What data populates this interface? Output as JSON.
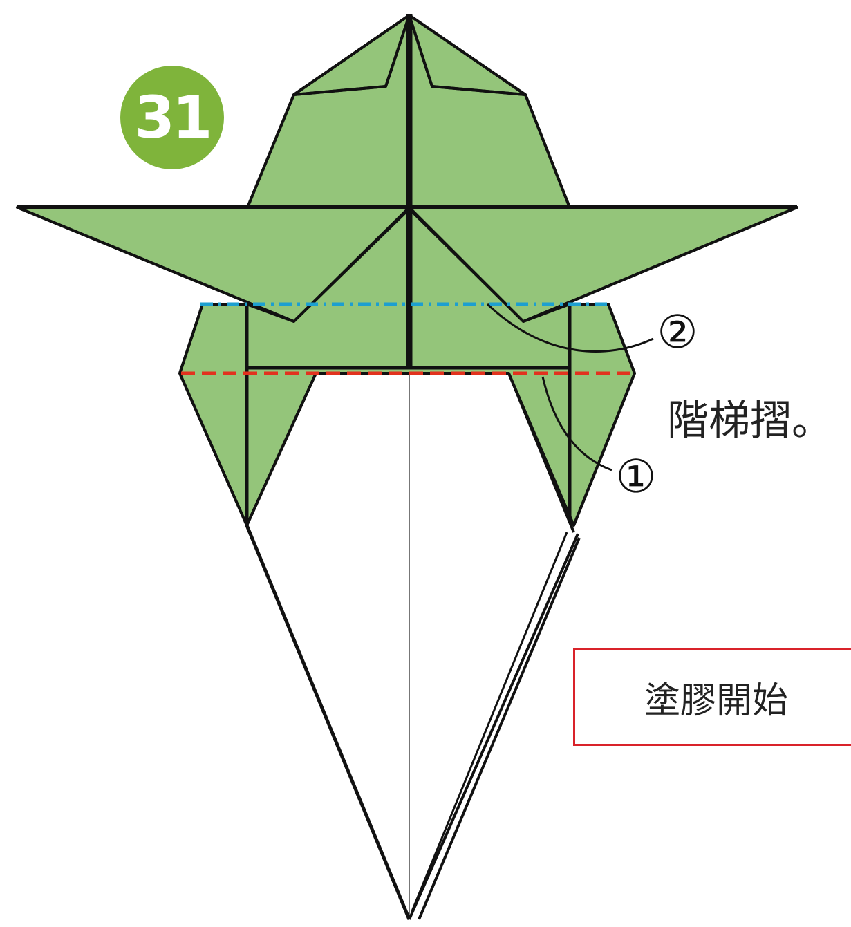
{
  "step": {
    "number": "31"
  },
  "instruction": "階梯摺。",
  "fold_markers": {
    "first": "①",
    "second": "②"
  },
  "glue_box": {
    "label": "塗膠開始"
  },
  "colors": {
    "paper_green": "#94c57a",
    "outline": "#111111",
    "badge_green": "#7fb43b",
    "mountain_fold": "#1d9fd0",
    "valley_fold": "#e2321e",
    "glue_border": "#d9232a"
  }
}
